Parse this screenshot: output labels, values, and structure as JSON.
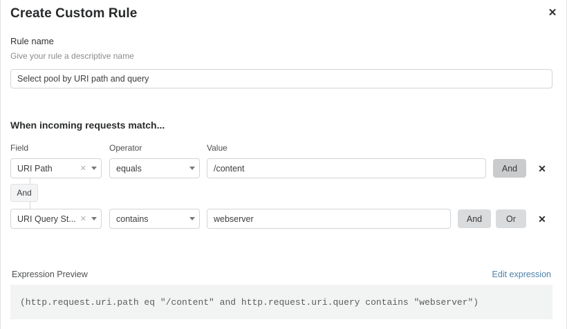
{
  "modal": {
    "title": "Create Custom Rule",
    "close_icon": "close-icon"
  },
  "rule_name": {
    "label": "Rule name",
    "help_text": "Give your rule a descriptive name",
    "value": "Select pool by URI path and query",
    "placeholder": "Select pool by URI path and query"
  },
  "match_section": {
    "heading": "When incoming requests match...",
    "columns": {
      "field": "Field",
      "operator": "Operator",
      "value": "Value"
    },
    "connector": {
      "label": "And"
    },
    "rows": [
      {
        "field": "URI Path",
        "field_clear_icon": "clear-icon",
        "field_caret_icon": "chevron-down-icon",
        "operator": "equals",
        "operator_caret_icon": "chevron-down-icon",
        "value": "/content",
        "buttons": [
          "And"
        ],
        "delete_icon": "close-icon"
      },
      {
        "field": "URI Query St...",
        "field_clear_icon": "clear-icon",
        "field_caret_icon": "chevron-down-icon",
        "operator": "contains",
        "operator_caret_icon": "chevron-down-icon",
        "value": "webserver",
        "buttons": [
          "And",
          "Or"
        ],
        "delete_icon": "close-icon"
      }
    ]
  },
  "expression_preview": {
    "label": "Expression Preview",
    "edit_link": "Edit expression",
    "expression": "(http.request.uri.path eq \"/content\" and http.request.uri.query contains \"webserver\")"
  },
  "colors": {
    "link": "#4d82a8",
    "border": "#d2d4d6",
    "pill_dark": "#c9cbcd",
    "pill_light": "#d9dbdd",
    "code_bg": "#f2f3f3"
  }
}
